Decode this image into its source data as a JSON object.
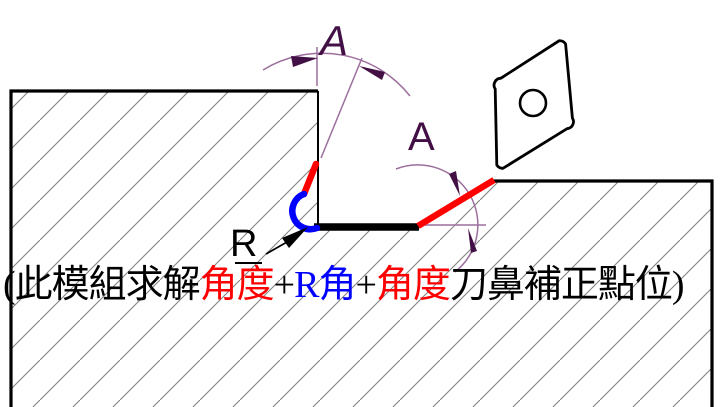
{
  "diagram": {
    "description": "CNC lathe tool-nose compensation diagram: workpiece step profile with insert, angle and radius dimensions",
    "caption": {
      "full_text": "(此模組求解角度+R角+角度刀鼻補正點位)",
      "segments": [
        {
          "text": "(此模組求解",
          "color": "#000000"
        },
        {
          "text": "角度",
          "color": "#ff0000"
        },
        {
          "text": "+",
          "color": "#000000"
        },
        {
          "text": "R角",
          "color": "#0000ff"
        },
        {
          "text": "+",
          "color": "#000000"
        },
        {
          "text": "角度",
          "color": "#ff0000"
        },
        {
          "text": "刀鼻補正點位)",
          "color": "#000000"
        }
      ]
    },
    "labels": {
      "top_angle": "A",
      "right_angle": "A",
      "corner_radius": "R"
    },
    "colors": {
      "cutting_edge": "#ff0000",
      "corner_radius_arc": "#0000ff",
      "toolpath": "#000000",
      "dimension_line": "#9c6f9e",
      "dimension_marker": "#431045",
      "hatch_line": "#828282",
      "outline": "#000000",
      "background": "#ffffff"
    }
  }
}
